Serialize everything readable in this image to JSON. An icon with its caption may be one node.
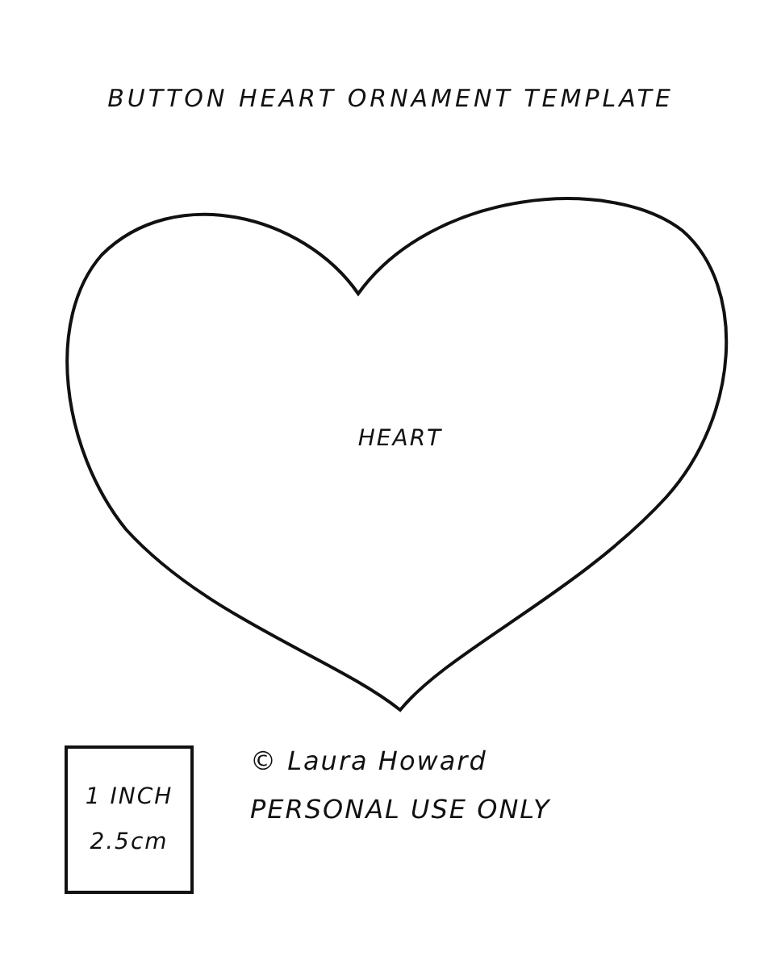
{
  "diagram": {
    "title": "BUTTON HEART ORNAMENT TEMPLATE",
    "nodes": [
      {
        "text": [
          "HEART"
        ]
      },
      {
        "text": [
          "1 INCH",
          "2.5cm"
        ]
      }
    ],
    "labels": [
      "© Laura Howard",
      "PERSONAL USE ONLY"
    ]
  }
}
